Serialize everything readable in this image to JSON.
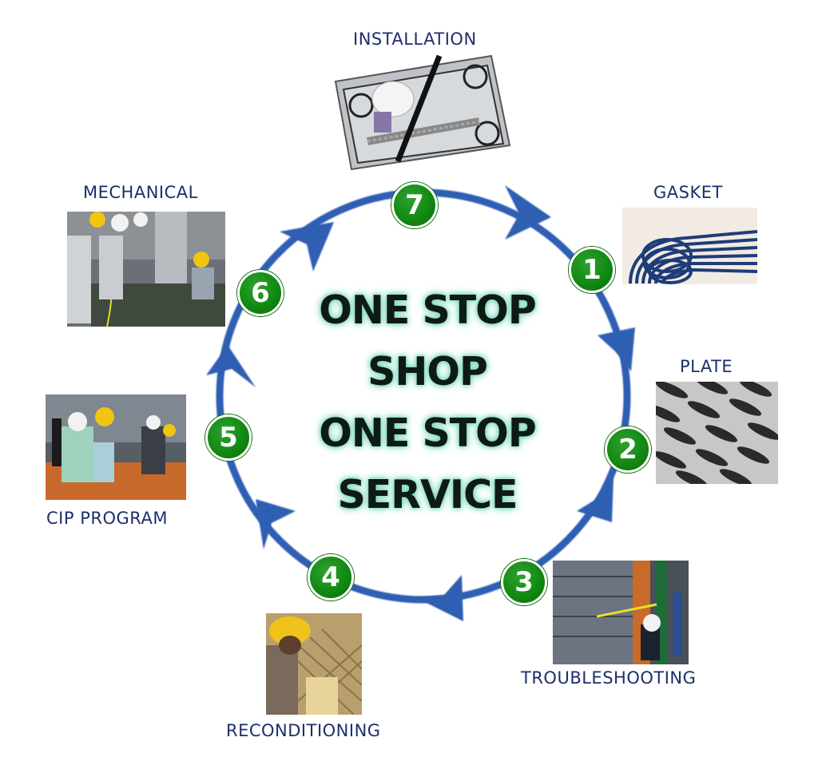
{
  "center_text": {
    "line1": "ONE STOP",
    "line2": "SHOP",
    "line3": "ONE STOP",
    "line4": "SERVICE"
  },
  "steps": [
    {
      "number": "1",
      "label": "GASKET"
    },
    {
      "number": "2",
      "label": "PLATE"
    },
    {
      "number": "3",
      "label": "TROUBLESHOOTING"
    },
    {
      "number": "4",
      "label": "RECONDITIONING"
    },
    {
      "number": "5",
      "label": "CIP PROGRAM"
    },
    {
      "number": "6",
      "label": "MECHANICAL"
    },
    {
      "number": "7",
      "label": "INSTALLATION"
    }
  ],
  "colors": {
    "ring": "#2e5fb3",
    "badge": "#128a12",
    "label_text": "#1d2f6b",
    "glow": "#7fd6c0"
  }
}
